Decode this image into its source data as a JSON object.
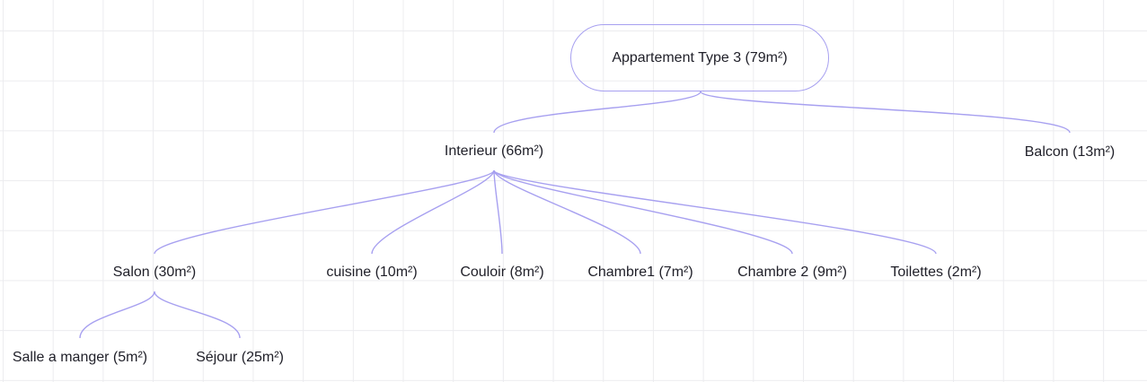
{
  "diagram": {
    "root": "Appartement Type 3 (79m²)",
    "nodes": {
      "interieur": "Interieur (66m²)",
      "balcon": "Balcon (13m²)",
      "salon": "Salon (30m²)",
      "cuisine": "cuisine (10m²)",
      "couloir": "Couloir (8m²)",
      "chambre1": "Chambre1 (7m²)",
      "chambre2": "Chambre 2 (9m²)",
      "toilettes": "Toilettes (2m²)",
      "salle_a_manger": "Salle a manger (5m²)",
      "sejour": "Séjour (25m²)"
    },
    "edges": [
      [
        "root",
        "interieur"
      ],
      [
        "root",
        "balcon"
      ],
      [
        "interieur",
        "salon"
      ],
      [
        "interieur",
        "cuisine"
      ],
      [
        "interieur",
        "couloir"
      ],
      [
        "interieur",
        "chambre1"
      ],
      [
        "interieur",
        "chambre2"
      ],
      [
        "interieur",
        "toilettes"
      ],
      [
        "salon",
        "salle_a_manger"
      ],
      [
        "salon",
        "sejour"
      ]
    ],
    "edge_color": "#a7a0f0"
  }
}
